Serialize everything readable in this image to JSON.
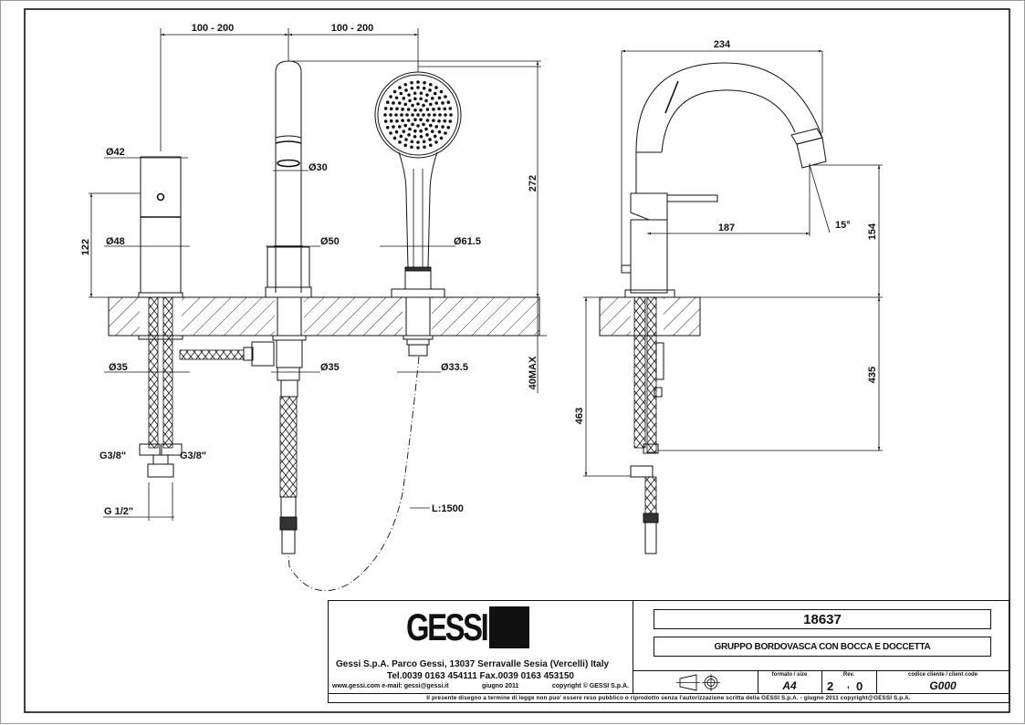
{
  "drawing": {
    "dimensions": {
      "spacing_left": "100 - 200",
      "spacing_right": "100 - 200",
      "mixer_top_dia": "Ø42",
      "spout_dia": "Ø30",
      "mixer_height": "122",
      "mixer_base_dia": "Ø48",
      "spout_base_dia": "Ø50",
      "shower_base_dia": "Ø61.5",
      "overall_height": "272",
      "mixer_shank_dia": "Ø35",
      "spout_shank_dia": "Ø35",
      "shower_shank_dia": "Ø33.5",
      "deck_thickness": "40MAX",
      "hose_conn_left": "G3/8\"",
      "hose_conn_right": "G3/8\"",
      "supply_conn": "G 1/2\"",
      "hose_length": "L:1500",
      "side_reach": "234",
      "side_spout_reach": "187",
      "side_spout_angle": "15°",
      "side_spout_height": "154",
      "side_hose_length": "435",
      "side_total_below": "463"
    }
  },
  "title_block": {
    "brand": "GESSI",
    "company_line": "Gessi S.p.A. Parco Gessi, 13037 Serravalle Sesia (Vercelli) Italy",
    "contact_line": "Tel.0039  0163  454111  Fax.0039  0163  453150",
    "web_line_left": "www.gessi.com  e-mail: gessi@gessi.it",
    "web_line_date": "giugno  2011",
    "web_line_copy": "copyright © GESSI  S.p.A.",
    "product_code": "18637",
    "product_name": "GRUPPO BORDOVASCA CON BOCCA E DOCCETTA",
    "format_label": "formato / size",
    "format_value": "A4",
    "rev_label": "Rev.",
    "rev_major": "2",
    "rev_minor": "0",
    "client_code_label": "codice cliente / client code",
    "client_code_value": "G000",
    "legal_notice": "Il presente disegno a termine di legge non puo' essere reso pubblico o riprodotto senza l'autorizzazione scritta della GESSI S.p.A. - giugno 2011 copyright@GESSI S.p.A."
  }
}
